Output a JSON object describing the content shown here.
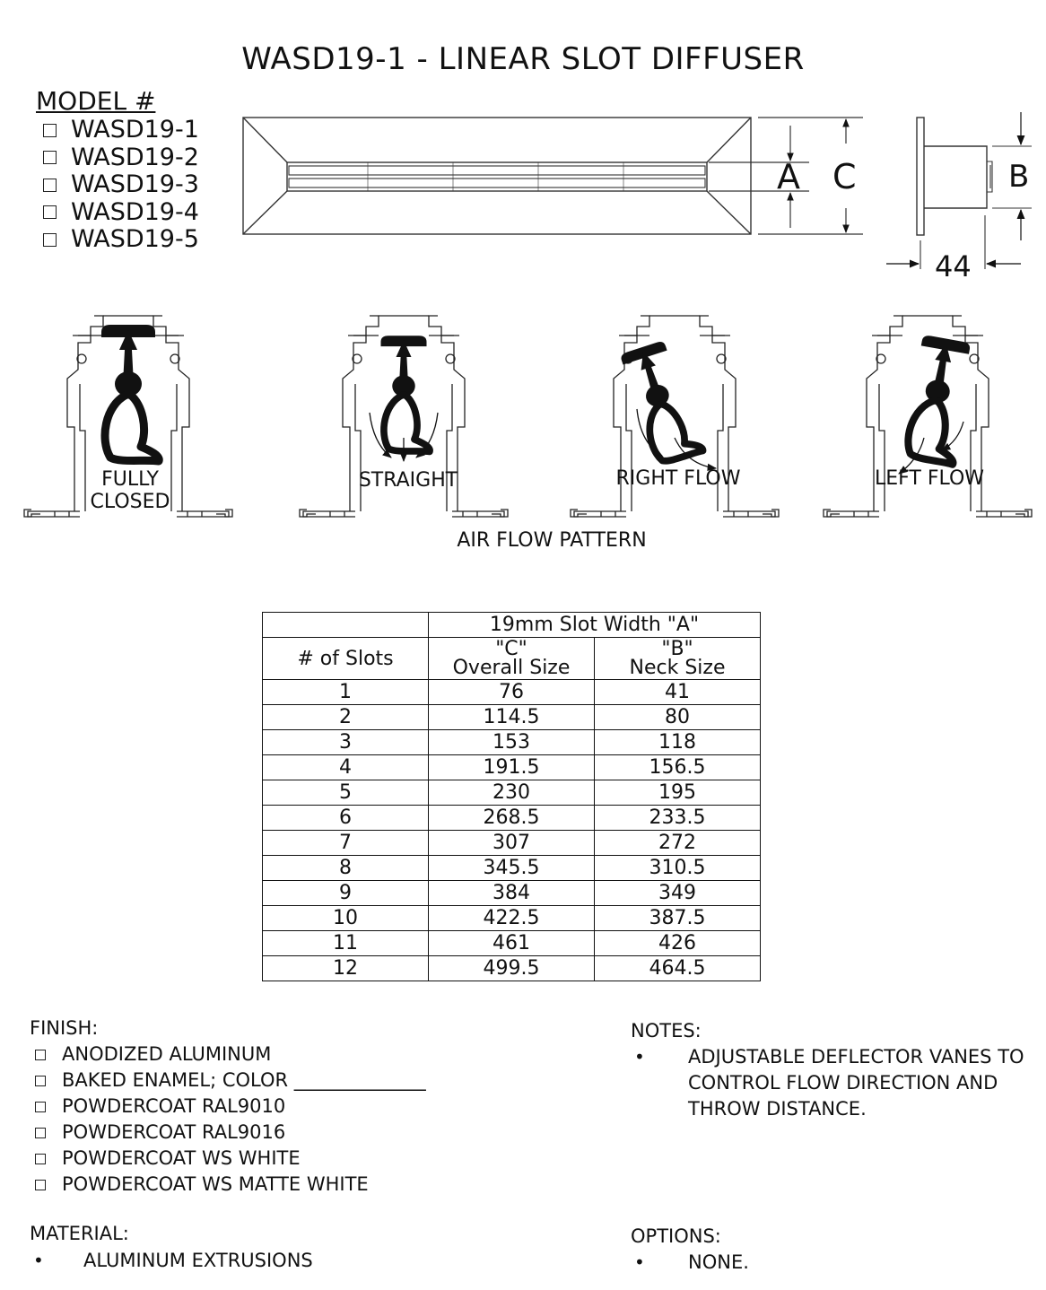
{
  "title": "WASD19-1 - LINEAR SLOT DIFFUSER",
  "model": {
    "heading": "MODEL #",
    "items": [
      "WASD19-1",
      "WASD19-2",
      "WASD19-3",
      "WASD19-4",
      "WASD19-5"
    ]
  },
  "dimensions": {
    "a": "A",
    "b": "B",
    "c": "C",
    "depth": "44"
  },
  "patterns": {
    "fully_closed": "FULLY\nCLOSED",
    "straight": "STRAIGHT",
    "right_flow": "RIGHT FLOW",
    "left_flow": "LEFT FLOW",
    "caption": "AIR FLOW PATTERN"
  },
  "table": {
    "group_header": "19mm Slot Width \"A\"",
    "slots_header": "# of Slots",
    "c_header": "\"C\"\nOverall Size",
    "b_header": "\"B\"\nNeck Size",
    "rows": [
      [
        "1",
        "76",
        "41"
      ],
      [
        "2",
        "114.5",
        "80"
      ],
      [
        "3",
        "153",
        "118"
      ],
      [
        "4",
        "191.5",
        "156.5"
      ],
      [
        "5",
        "230",
        "195"
      ],
      [
        "6",
        "268.5",
        "233.5"
      ],
      [
        "7",
        "307",
        "272"
      ],
      [
        "8",
        "345.5",
        "310.5"
      ],
      [
        "9",
        "384",
        "349"
      ],
      [
        "10",
        "422.5",
        "387.5"
      ],
      [
        "11",
        "461",
        "426"
      ],
      [
        "12",
        "499.5",
        "464.5"
      ]
    ]
  },
  "finish": {
    "heading": "FINISH:",
    "items": [
      "ANODIZED ALUMINUM",
      "BAKED ENAMEL; COLOR ______________",
      "POWDERCOAT RAL9010",
      "POWDERCOAT RAL9016",
      "POWDERCOAT WS WHITE",
      "POWDERCOAT WS MATTE WHITE"
    ]
  },
  "material": {
    "heading": "MATERIAL:",
    "items": [
      "ALUMINUM EXTRUSIONS"
    ]
  },
  "notes": {
    "heading": "NOTES:",
    "items": [
      "ADJUSTABLE DEFLECTOR VANES TO CONTROL FLOW DIRECTION AND THROW DISTANCE."
    ]
  },
  "options": {
    "heading": "OPTIONS:",
    "items": [
      "NONE."
    ]
  },
  "bullet_glyph": "•"
}
